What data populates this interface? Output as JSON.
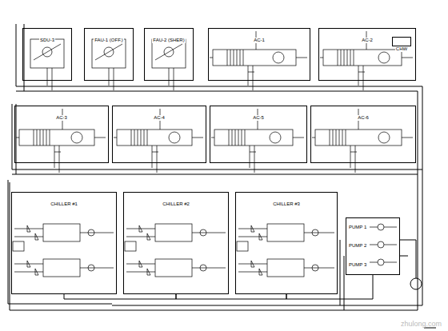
{
  "diagram": {
    "nodes": [
      {
        "text": [
          "SDU-3"
        ]
      },
      {
        "text": [
          "FAU-1 (OFF.)"
        ]
      },
      {
        "text": [
          "FAU-2 (SHER)"
        ]
      },
      {
        "text": [
          "AC-1"
        ]
      },
      {
        "text": [
          "AC-2"
        ]
      },
      {
        "text": [
          "CHW"
        ]
      },
      {
        "text": [
          "AC-3"
        ]
      },
      {
        "text": [
          "AC-4"
        ]
      },
      {
        "text": [
          "AC-5"
        ]
      },
      {
        "text": [
          "AC-6"
        ]
      },
      {
        "text": [
          "CHILLER #1"
        ]
      },
      {
        "text": [
          "CHILLER #2"
        ]
      },
      {
        "text": [
          "CHILLER #3"
        ]
      },
      {
        "text": [
          "PUMP 1",
          "PUMP 2",
          "PUMP 3"
        ]
      }
    ],
    "edges": [
      {
        "from": 10,
        "to": 11,
        "arrow": "none"
      },
      {
        "from": 11,
        "to": 12,
        "arrow": "none"
      },
      {
        "from": 12,
        "to": 13,
        "arrow": "none"
      }
    ],
    "labels": [
      "zhulong.com"
    ]
  }
}
